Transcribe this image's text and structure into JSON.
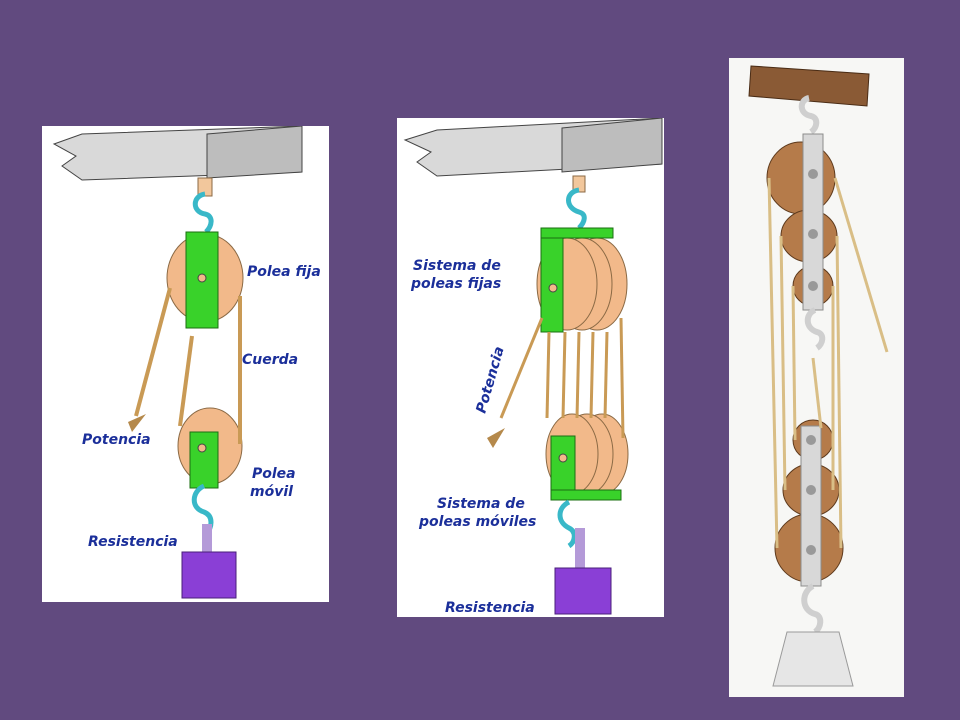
{
  "diagram1": {
    "fixed_pulley": "Polea fija",
    "rope": "Cuerda",
    "effort": "Potencia",
    "movable_pulley_line1": "Polea",
    "movable_pulley_line2": "móvil",
    "load": "Resistencia"
  },
  "diagram2": {
    "fixed_system_line1": "Sistema de",
    "fixed_system_line2": "poleas fijas",
    "effort": "Potencia",
    "movable_system_line1": "Sistema de",
    "movable_system_line2": "poleas móviles",
    "load": "Resistencia"
  },
  "colors": {
    "background": "#614a7f",
    "label": "#1b2f9a",
    "pulley": "#f2b98a",
    "frame": "#39d22a",
    "hook": "#39b8c8",
    "weight": "#8a3fd6",
    "rope": "#c99a55"
  }
}
